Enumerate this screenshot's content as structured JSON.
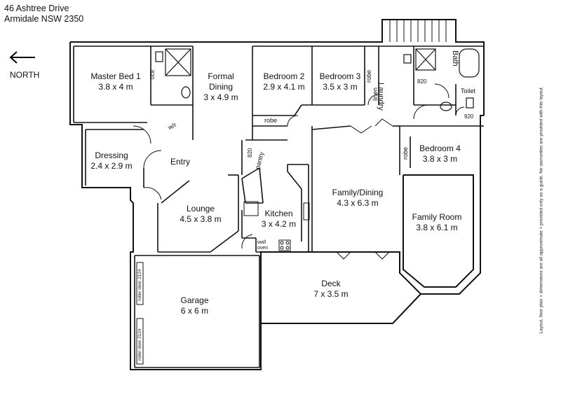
{
  "address": {
    "line1": "46 Ashtree Drive",
    "line2": "Armidale NSW 2350"
  },
  "compass": {
    "label": "NORTH"
  },
  "disclaimer": "Layout, floor plan + dimensions are all approximate + provided only as a guide. No warranties are provided with this layout.",
  "rooms": {
    "master_bed": {
      "name": "Master Bed 1",
      "dims": "3.8 x 4 m"
    },
    "formal_dining": {
      "name": "Formal Dining",
      "dims": "3 x 4.9 m"
    },
    "bedroom2": {
      "name": "Bedroom 2",
      "dims": "2.9 x 4.1 m"
    },
    "bedroom3": {
      "name": "Bedroom 3",
      "dims": "3.5 x 3 m"
    },
    "dressing": {
      "name": "Dressing",
      "dims": "2.4 x 2.9 m"
    },
    "entry": {
      "name": "Entry"
    },
    "bedroom4": {
      "name": "Bedroom 4",
      "dims": "3.8 x 3 m"
    },
    "family_dining": {
      "name": "Family/Dining",
      "dims": "4.3 x 6.3 m"
    },
    "lounge": {
      "name": "Lounge",
      "dims": "4.5 x 3.8 m"
    },
    "kitchen": {
      "name": "Kitchen",
      "dims": "3 x 4.2 m"
    },
    "family_room": {
      "name": "Family Room",
      "dims": "3.8 x 6.1 m"
    },
    "deck": {
      "name": "Deck",
      "dims": "7 x 3.5 m"
    },
    "garage": {
      "name": "Garage",
      "dims": "6 x 6 m"
    }
  },
  "fixtures": {
    "robe1": "robe",
    "robe2": "robe",
    "robe3": "robe",
    "laundry": "Laundry",
    "linen": "linen",
    "bath": "Bath",
    "toilet": "Toilet",
    "pantry": "pantry",
    "wall_oven": "wall oven",
    "wr": "w/r",
    "d820a": "820",
    "d820b": "820",
    "d820c": "820",
    "d920": "920",
    "roller_door1": "roller door 2124",
    "roller_door2": "roller door 2124"
  }
}
